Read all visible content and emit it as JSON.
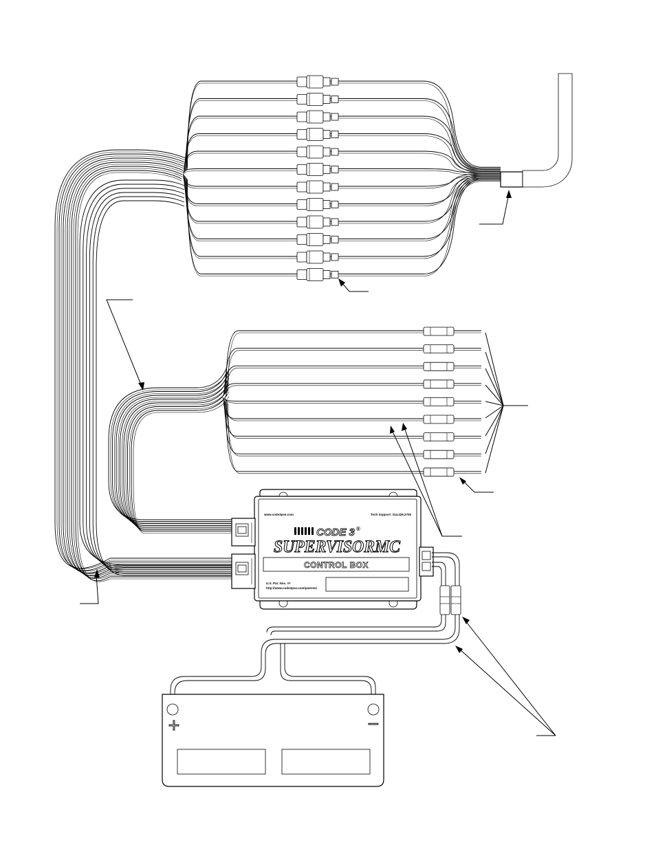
{
  "control_box": {
    "website": "www.code3pse.com",
    "support": "Tech Support: 314.426.2700",
    "brand_top": "CODE 3",
    "registered": "®",
    "brand_main": "SUPERVISORMC",
    "label": "CONTROL BOX",
    "patent_line1": "U.S. Pat. Nos. ##",
    "patent_line2": "http://www.code3pse.com/patents/"
  },
  "battery": {
    "positive_symbol": "+",
    "negative_symbol": "−"
  }
}
